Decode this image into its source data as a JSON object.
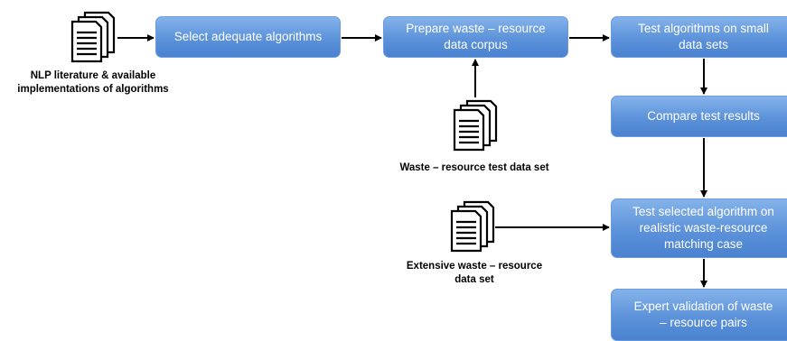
{
  "boxes": {
    "select_algorithms": "Select adequate algorithms",
    "prepare_corpus": "Prepare waste – resource\ndata corpus",
    "test_small": "Test algorithms on small\ndata sets",
    "compare_results": "Compare test results",
    "test_realistic": "Test selected algorithm on\nrealistic waste-resource\nmatching case",
    "expert_validation": "Expert validation of waste\n– resource pairs"
  },
  "documents": {
    "nlp_literature": "NLP literature & available\nimplementations of algorithms",
    "test_data_set": "Waste – resource test data set",
    "extensive_data_set": "Extensive waste – resource\ndata set"
  },
  "colors": {
    "box_fill": "#5c92da",
    "box_border": "#6d9be0",
    "arrow": "#000000"
  },
  "icons": [
    "document-stack-icon",
    "document-stack-icon",
    "document-stack-icon"
  ]
}
